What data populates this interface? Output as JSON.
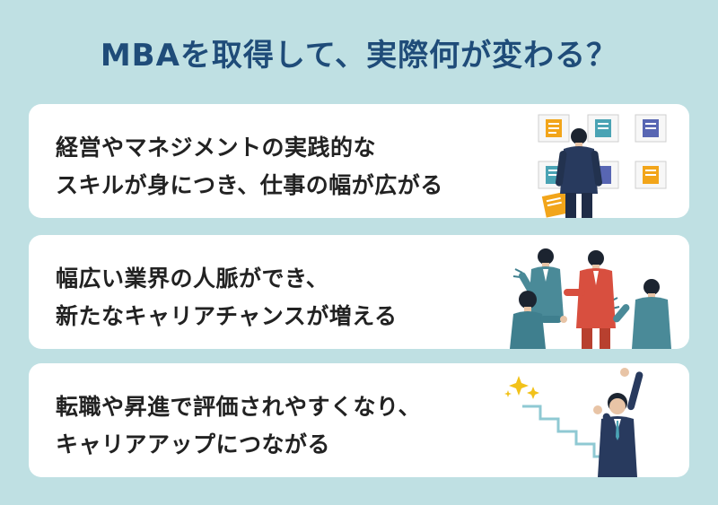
{
  "title": "MBAを取得して、実際何が変わる？",
  "cards": [
    {
      "line1": "経営やマネジメントの実践的な",
      "line2": "スキルが身につき、仕事の幅が広がる",
      "illustration": "businessman-with-documents"
    },
    {
      "line1": "幅広い業界の人脈ができ、",
      "line2": "新たなキャリアチャンスが増える",
      "illustration": "business-people-handshake"
    },
    {
      "line1": "転職や昇進で評価されやすくなり、",
      "line2": "キャリアアップにつながる",
      "illustration": "businessman-on-stairs-cheering"
    }
  ],
  "colors": {
    "background": "#bfe0e3",
    "title": "#1f4c79",
    "card": "#ffffff",
    "text": "#222222",
    "suit_navy": "#283a5e",
    "suit_teal": "#3f7f8e",
    "suit_red": "#d84f3f",
    "accent_yellow": "#f2a51a"
  }
}
